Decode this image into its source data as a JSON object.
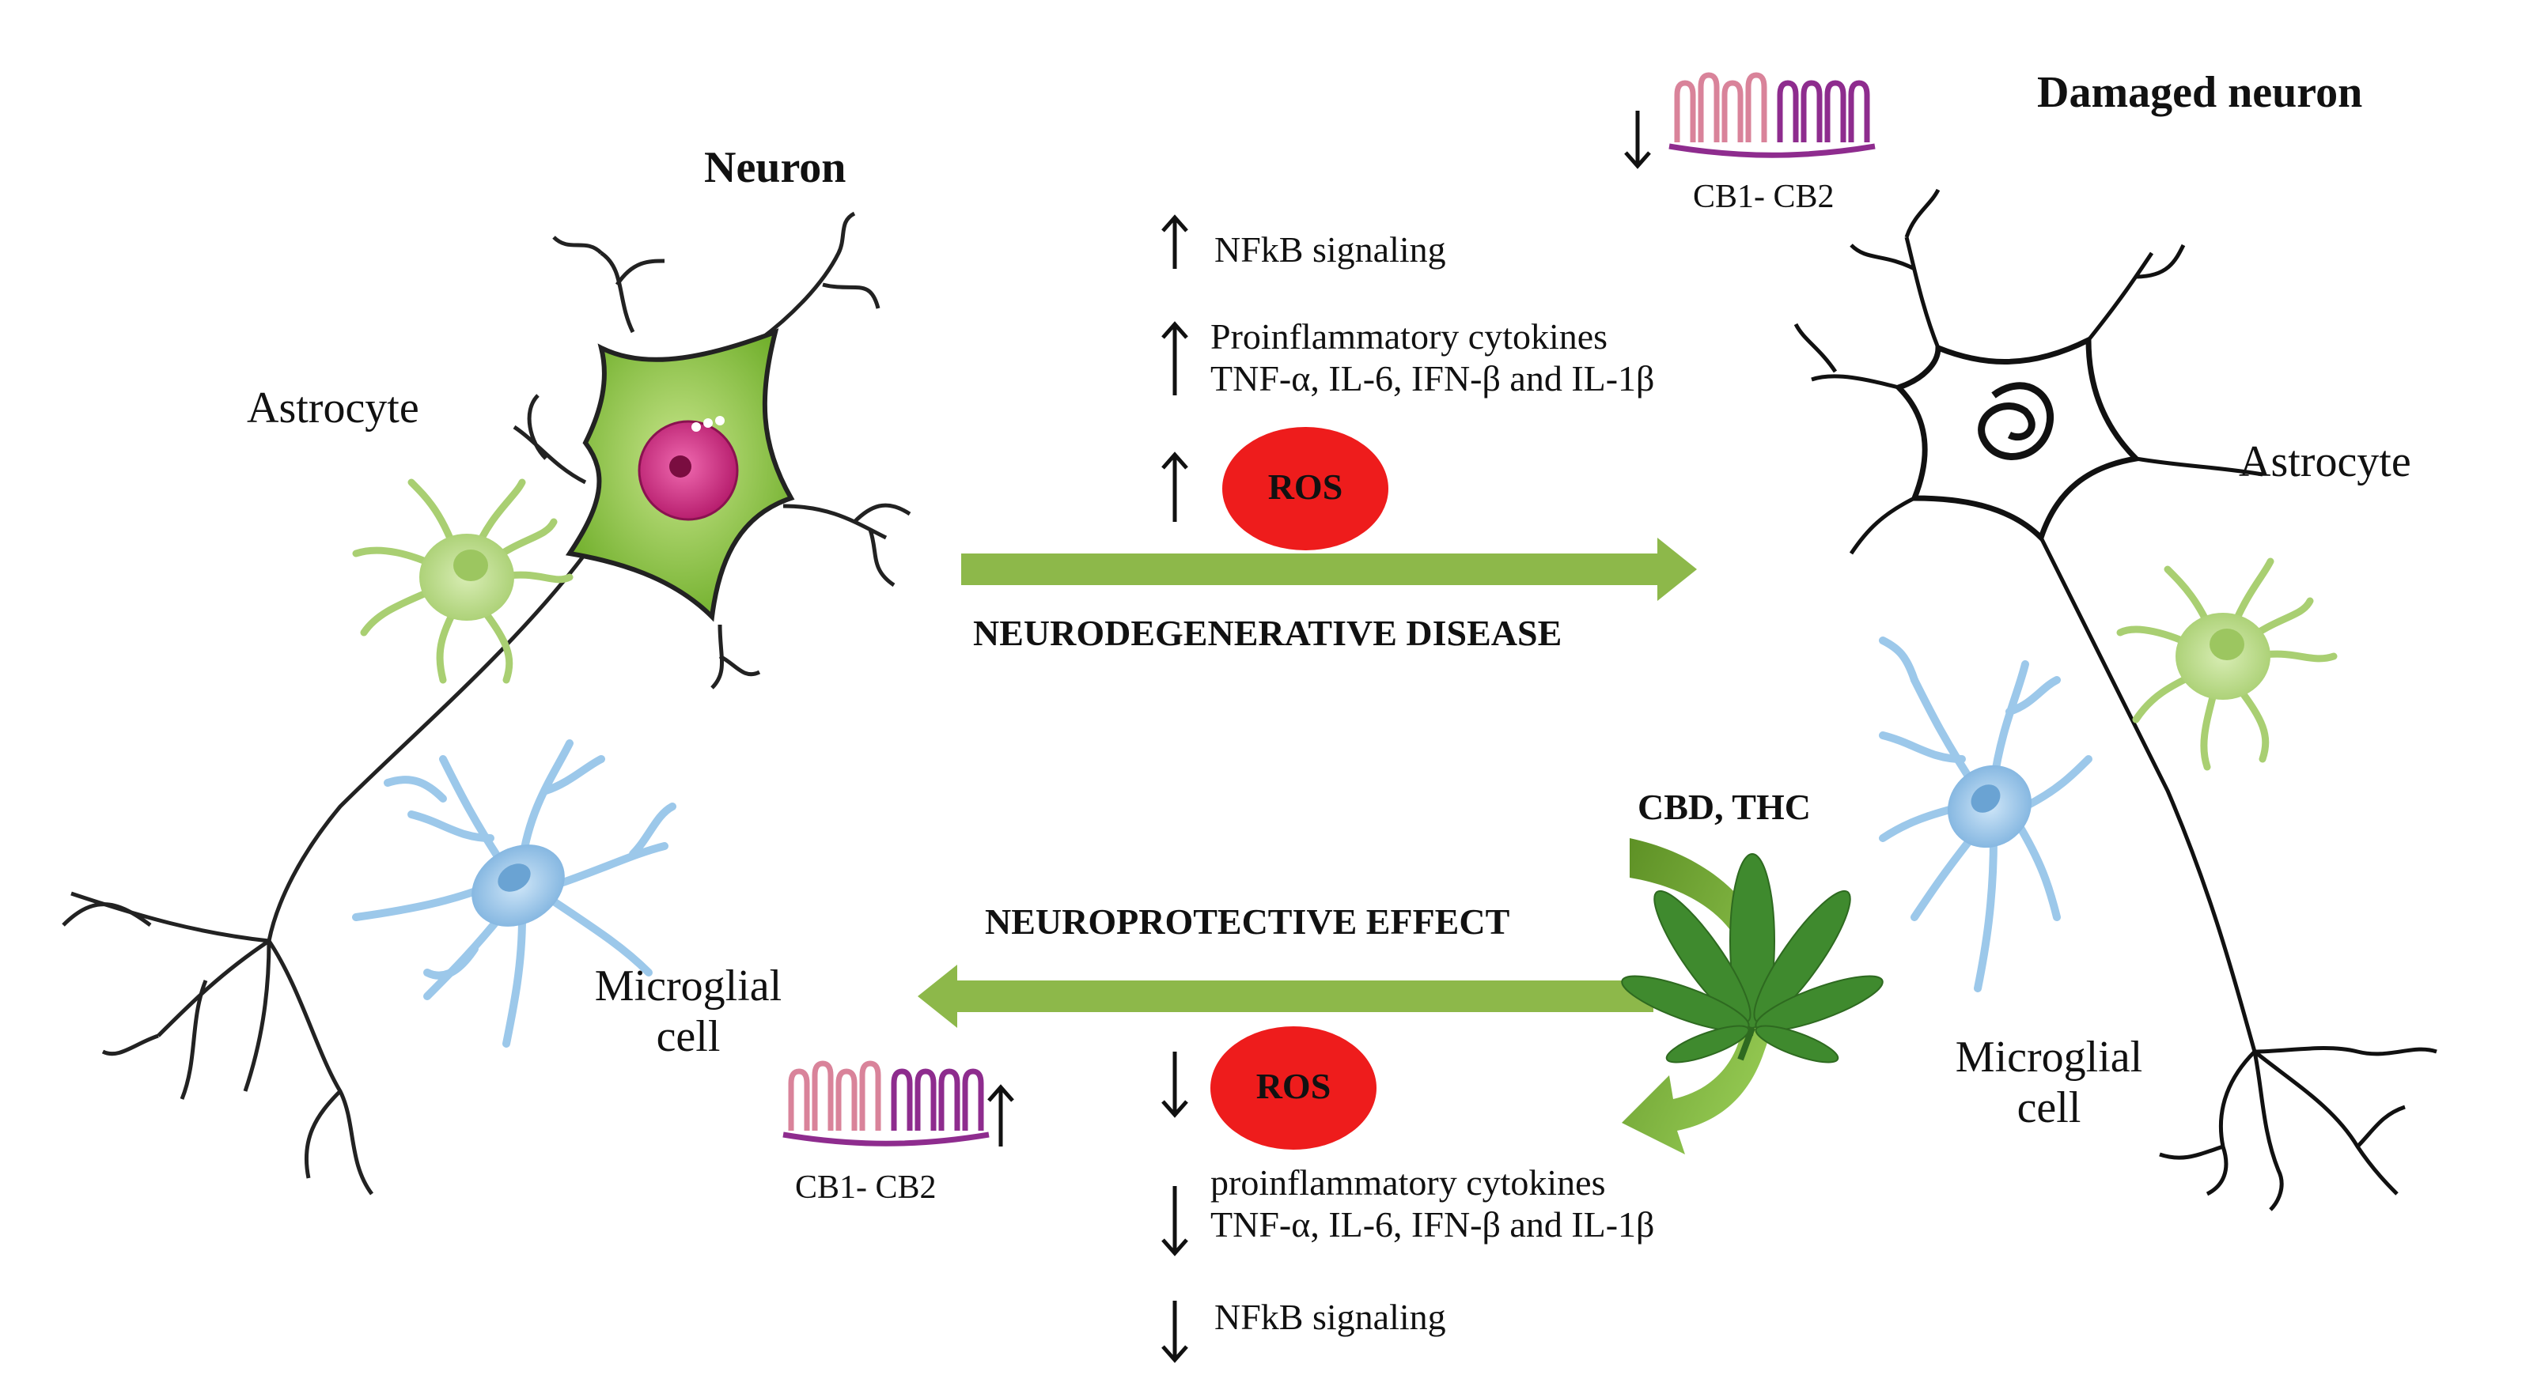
{
  "left": {
    "neuron_title": "Neuron",
    "astrocyte": "Astrocyte",
    "microglia_line1": "Microglial",
    "microglia_line2": "cell",
    "receptor": "CB1- CB2"
  },
  "right": {
    "neuron_title": "Damaged neuron",
    "astrocyte": "Astrocyte",
    "microglia_line1": "Microglial",
    "microglia_line2": "cell",
    "receptor": "CB1- CB2"
  },
  "top": {
    "nfkb": "NFkB signaling",
    "cytokines_line1": "Proinflammatory cytokines",
    "cytokines_line2": "TNF-α, IL-6, IFN-β and IL-1β",
    "ros": "ROS",
    "arrow_label": "NEURODEGENERATIVE DISEASE"
  },
  "bottom": {
    "treatment": "CBD, THC",
    "arrow_label": "NEUROPROTECTIVE EFFECT",
    "ros": "ROS",
    "cytokines_line1": "proinflammatory cytokines",
    "cytokines_line2": "TNF-α, IL-6, IFN-β and IL-1β",
    "nfkb": "NFkB signaling"
  },
  "colors": {
    "arrow_green": "#8db84a",
    "ros_red": "#ee1c1c",
    "neuron_green": "#8cc63f",
    "nucleus_pink": "#d6338a",
    "astro_green": "#bfdc8f",
    "microglia_blue": "#9cc8ea",
    "receptor_pink": "#d9839a",
    "receptor_purple": "#8e2c8e",
    "leaf_green": "#3f8a2e"
  },
  "icons": [
    "up-arrow-icon",
    "down-arrow-icon",
    "cannabis-leaf-icon",
    "receptor-icon",
    "curved-arrow-icon"
  ]
}
